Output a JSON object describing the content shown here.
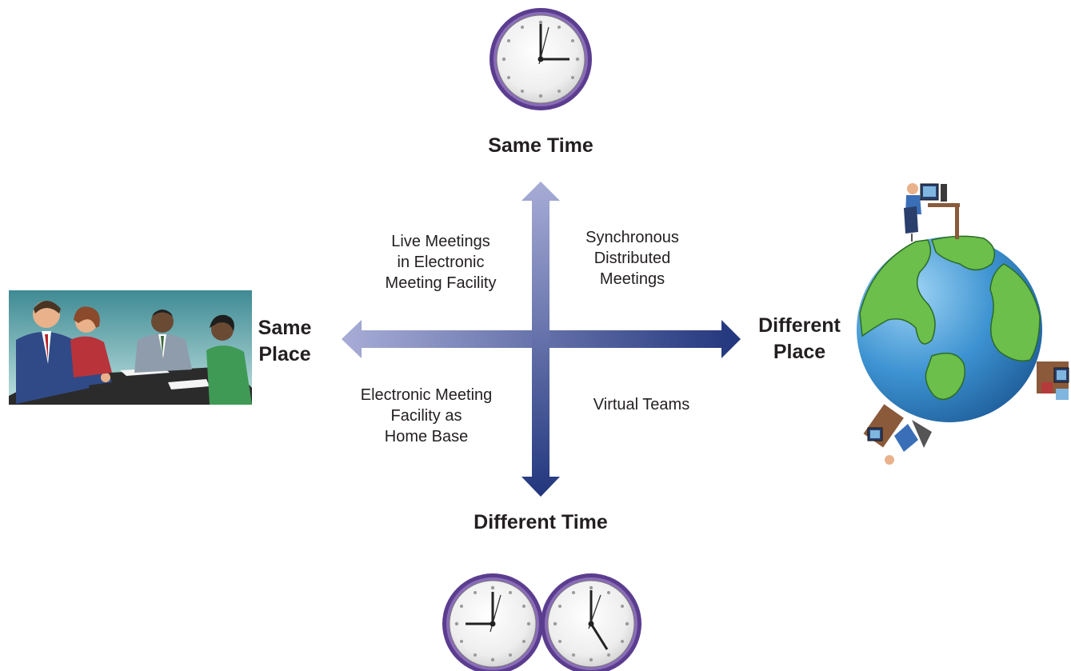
{
  "axes": {
    "top": "Same Time",
    "bottom": "Different Time",
    "left": "Same\nPlace",
    "right": "Different\nPlace"
  },
  "quadrants": {
    "top_left": "Live Meetings\nin Electronic\nMeeting Facility",
    "top_right": "Synchronous\nDistributed\nMeetings",
    "bottom_left": "Electronic Meeting\nFacility as\nHome Base",
    "bottom_right": "Virtual Teams"
  },
  "colors": {
    "arrow_light": "#a6abd4",
    "arrow_dark": "#233a80",
    "clock_ring": "#5b3d8f",
    "globe_ocean": "#3d93d1",
    "globe_land": "#6bbf4a"
  }
}
